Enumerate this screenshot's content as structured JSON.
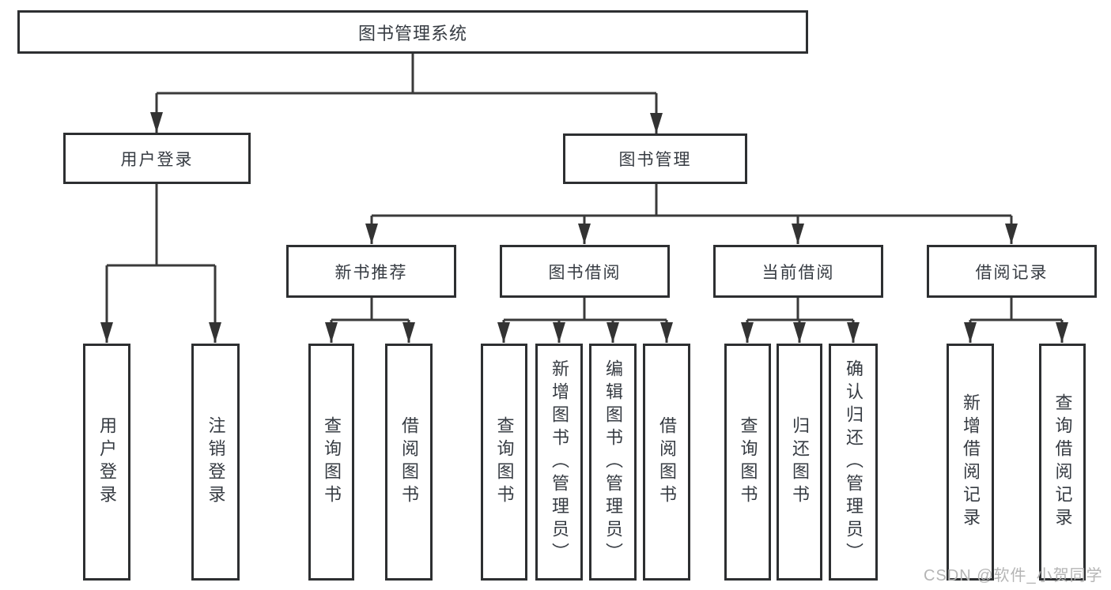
{
  "diagram": {
    "root": "图书管理系统",
    "user_login": {
      "label": "用户登录",
      "children": [
        "用户登录",
        "注销登录"
      ]
    },
    "book_management": {
      "label": "图书管理"
    },
    "new_book_recommend": {
      "label": "新书推荐",
      "children": [
        "查询图书",
        "借阅图书"
      ]
    },
    "book_borrow": {
      "label": "图书借阅",
      "children": [
        "查询图书",
        "新增图书（管理员）",
        "编辑图书（管理员）",
        "借阅图书"
      ]
    },
    "current_borrow": {
      "label": "当前借阅",
      "children": [
        "查询图书",
        "归还图书",
        "确认归还（管理员）"
      ]
    },
    "borrow_records": {
      "label": "借阅记录",
      "children": [
        "新增借阅记录",
        "查询借阅记录"
      ]
    }
  },
  "watermark": "CSDN @软件_小贺同学",
  "colors": {
    "line": "#3a3a3a",
    "border": "#2d2f31",
    "text": "#363b42",
    "watermark": "#b5b5b5",
    "background": "#ffffff"
  }
}
